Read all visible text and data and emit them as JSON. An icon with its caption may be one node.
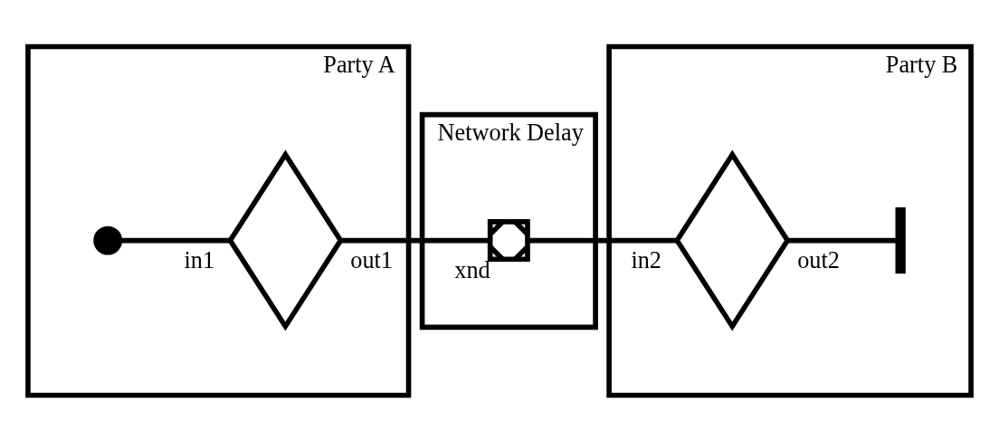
{
  "diagram": {
    "nodes": [
      {
        "text": [
          "Party A"
        ]
      },
      {
        "text": [],
        "shape": "circle",
        "in": 0
      },
      {
        "text": [],
        "shape": "diamond",
        "in": 0,
        "beside": [
          "in1",
          "out1"
        ]
      },
      {
        "text": [
          "Network Delay"
        ]
      },
      {
        "text": [],
        "shape": "cross",
        "in": 3,
        "beside": [
          "xnd"
        ]
      },
      {
        "text": [
          "Party B"
        ]
      },
      {
        "text": [],
        "shape": "diamond",
        "in": 5,
        "beside": [
          "in2",
          "out2"
        ]
      },
      {
        "text": [],
        "shape": "bar",
        "in": 5
      }
    ],
    "edges": [
      {
        "from": 1,
        "to": 2,
        "arrow": "none"
      },
      {
        "from": 2,
        "to": 4,
        "arrow": "none"
      },
      {
        "from": 4,
        "to": 6,
        "arrow": "none"
      },
      {
        "from": 6,
        "to": 7,
        "arrow": "none"
      }
    ]
  }
}
